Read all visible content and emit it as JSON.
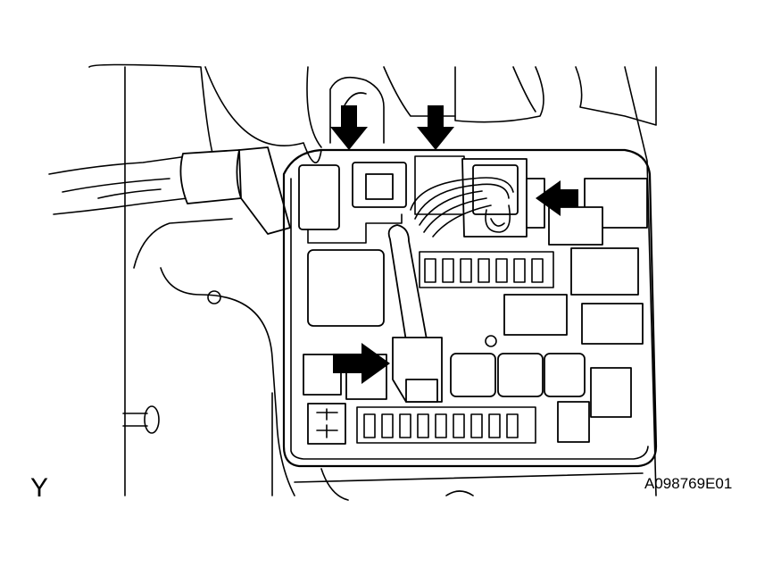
{
  "labels": {
    "corner": "Y",
    "figure_code": "A098769E01"
  },
  "arrows": [
    {
      "name": "arrow-down-left",
      "direction": "down"
    },
    {
      "name": "arrow-down-right",
      "direction": "down"
    },
    {
      "name": "arrow-left-connector",
      "direction": "left"
    },
    {
      "name": "arrow-right-lower-connector",
      "direction": "right"
    }
  ],
  "colors": {
    "line": "#000000",
    "background": "#ffffff"
  }
}
